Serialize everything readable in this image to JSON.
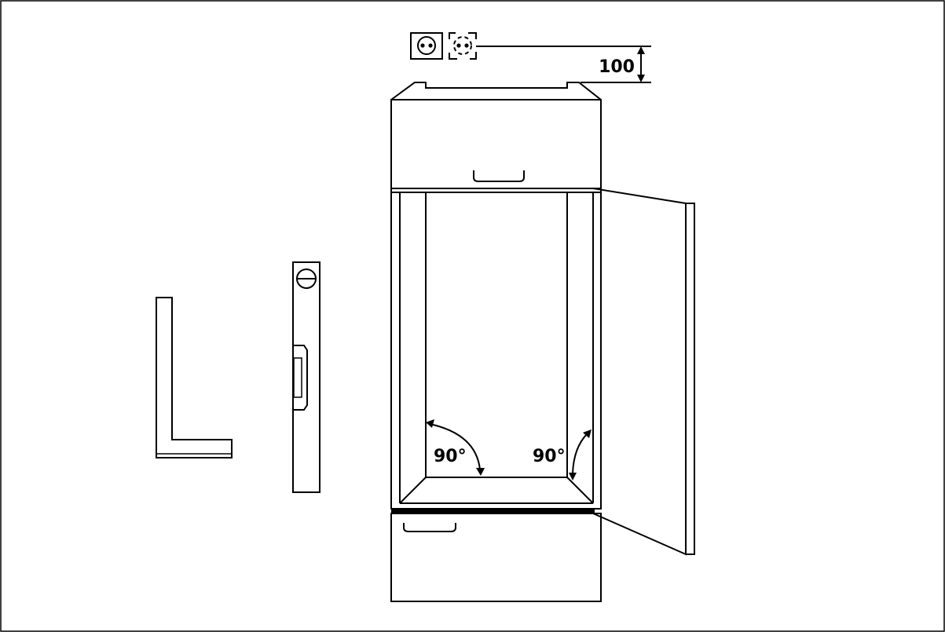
{
  "labels": {
    "clearance": "100",
    "angle_left": "90°",
    "angle_right": "90°"
  },
  "icons": {
    "outlet": "power-outlet-icon",
    "outlet_placement": "outlet-placement-icon",
    "square": "carpenter-square-icon",
    "level": "spirit-level-icon"
  },
  "colors": {
    "line": "#000000",
    "background": "#ffffff"
  }
}
